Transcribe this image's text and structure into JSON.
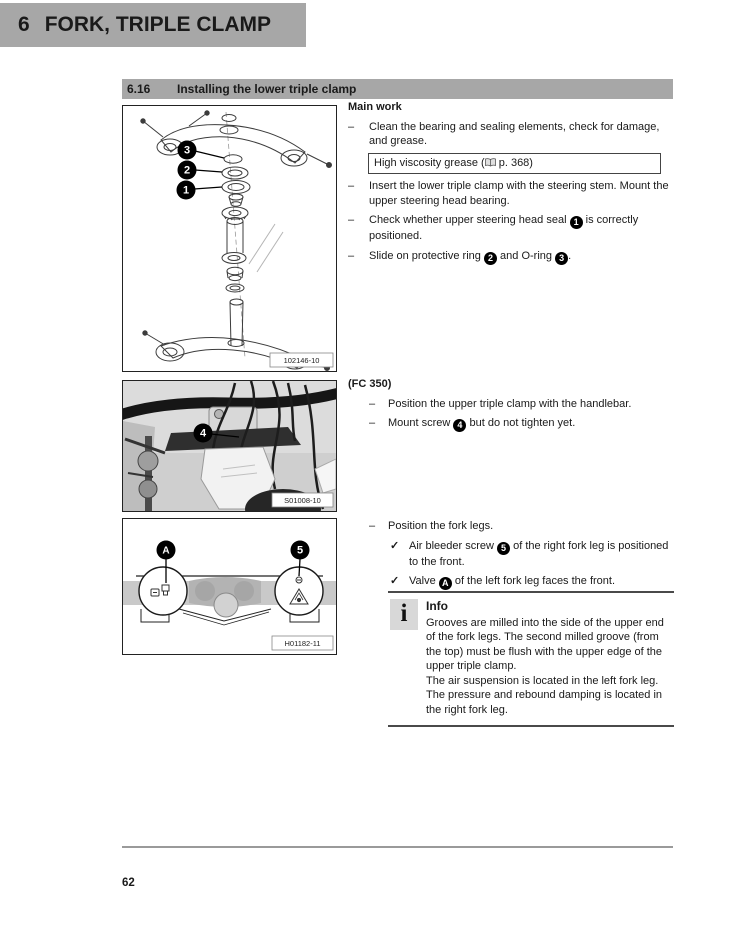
{
  "colors": {
    "header_gray": "#a7a7a7",
    "band_gray": "#c9c9c9",
    "info_icon_gray": "#d8d8d8",
    "rule_gray": "#9a9a9a"
  },
  "glyphs": {
    "dash": "–",
    "check": "✓"
  },
  "chapter": {
    "number": "6",
    "title": "FORK, TRIPLE CLAMP"
  },
  "section": {
    "number": "6.16",
    "title": "Installing the lower triple clamp"
  },
  "main_work": {
    "heading": "Main work",
    "item1": "Clean the bearing and sealing elements, check for damage, and grease.",
    "grease_box_pre": "High viscosity grease (",
    "grease_box_post": "p. 368)",
    "item2": "Insert the lower triple clamp with the steering stem. Mount the upper steering head bearing.",
    "item3_pre": "Check whether upper steering head seal",
    "item3_marker": "1",
    "item3_post": "is correctly positioned.",
    "item4_pre": "Slide on protective ring",
    "item4_marker1": "2",
    "item4_mid": "and O-ring",
    "item4_marker2": "3",
    "item4_post": "."
  },
  "fc350": {
    "heading": "(FC 350)",
    "item1": "Position the upper triple clamp with the handlebar.",
    "item2_pre": "Mount screw",
    "item2_marker": "4",
    "item2_post": "but do not tighten yet."
  },
  "fork_legs": {
    "item1": "Position the fork legs.",
    "check1_pre": "Air bleeder screw",
    "check1_marker": "5",
    "check1_post": "of the right fork leg is positioned to the front.",
    "check2_pre": "Valve",
    "check2_marker": "A",
    "check2_post": "of the left fork leg faces the front."
  },
  "info": {
    "heading": "Info",
    "icon_letter": "i",
    "paragraphs": [
      "Grooves are milled into the side of the upper end of the fork legs. The second milled groove (from the top) must be flush with the upper edge of the upper triple clamp.",
      "The air suspension is located in the left fork leg.",
      "The pressure and rebound damping is located in the right fork leg."
    ]
  },
  "figures": {
    "exploded_view": {
      "caption": "102146-10",
      "marker1": "1",
      "marker2": "2",
      "marker3": "3"
    },
    "handlebar_photo": {
      "caption": "S01008-10",
      "marker4": "4"
    },
    "fork_top_view": {
      "caption": "H01182-11",
      "markerA": "A",
      "marker5": "5"
    }
  },
  "footer": {
    "page_number": "62"
  }
}
